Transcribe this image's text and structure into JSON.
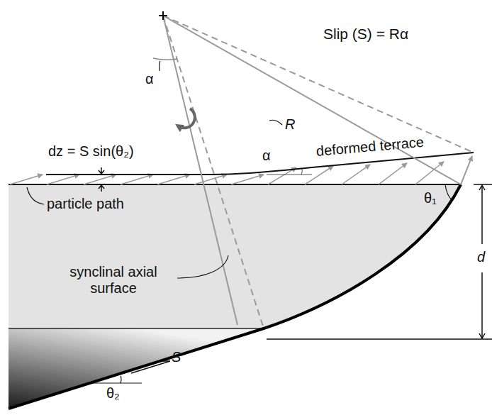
{
  "diagram": {
    "labels": [
      "Slip (S) = Rα",
      "α",
      "R",
      "dz = S sin(θ₂)",
      "α",
      "deformed terrace",
      "θ₁",
      "particle path",
      "synclinal axial surface",
      "d",
      "S",
      "θ₂"
    ]
  }
}
